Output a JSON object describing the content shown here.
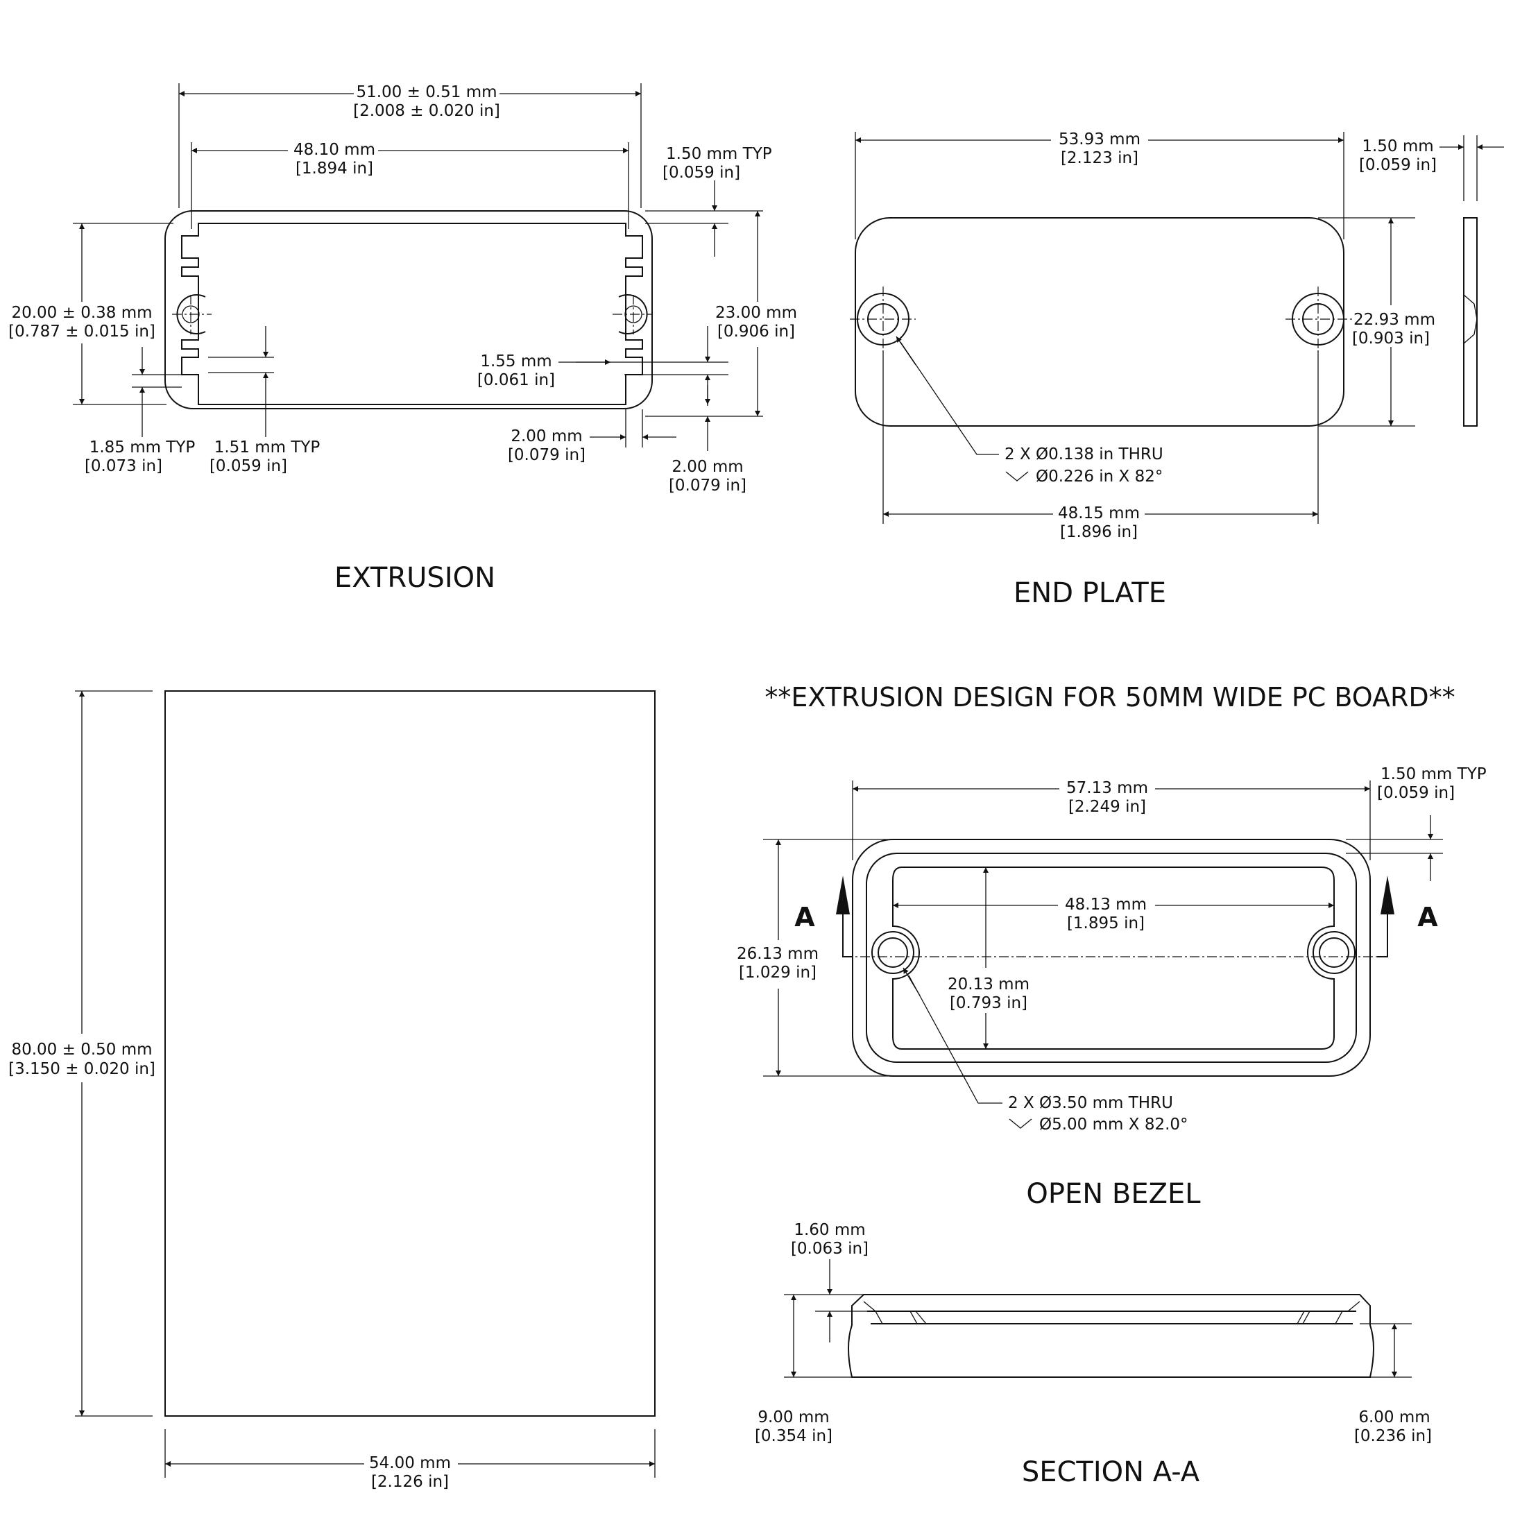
{
  "titles": {
    "extrusion": "EXTRUSION",
    "end_plate": "END PLATE",
    "note": "**EXTRUSION DESIGN FOR 50MM WIDE PC BOARD**",
    "open_bezel": "OPEN BEZEL",
    "section": "SECTION A-A"
  },
  "extrusion": {
    "overall_width": {
      "mm": "51.00 ± 0.51 mm",
      "in": "[2.008 ± 0.020 in]"
    },
    "inner_width": {
      "mm": "48.10 mm",
      "in": "[1.894 in]"
    },
    "wall": {
      "mm": "1.50 mm  TYP",
      "in": "[0.059 in]"
    },
    "height_tol": {
      "mm": "20.00 ± 0.38 mm",
      "in": "[0.787 ± 0.015 in]"
    },
    "overall_height": {
      "mm": "23.00 mm",
      "in": "[0.906 in]"
    },
    "slot_gap": {
      "mm": "1.55 mm",
      "in": "[0.061 in]"
    },
    "slot_a": {
      "mm": "1.85 mm  TYP",
      "in": "[0.073 in]"
    },
    "slot_b": {
      "mm": "1.51 mm  TYP",
      "in": "[0.059 in]"
    },
    "bottom_a": {
      "mm": "2.00 mm",
      "in": "[0.079 in]"
    },
    "bottom_b": {
      "mm": "2.00 mm",
      "in": "[0.079 in]"
    }
  },
  "end_plate": {
    "width": {
      "mm": "53.93 mm",
      "in": "[2.123 in]"
    },
    "thickness": {
      "mm": "1.50 mm",
      "in": "[0.059 in]"
    },
    "height": {
      "mm": "22.93 mm",
      "in": "[0.903 in]"
    },
    "hole_spacing": {
      "mm": "48.15 mm",
      "in": "[1.896 in]"
    },
    "hole_callout_1": "2 X Ø0.138 in THRU",
    "hole_callout_2": "Ø0.226 in X 82°"
  },
  "length_view": {
    "length": {
      "mm": "80.00 ± 0.50 mm",
      "in": "[3.150 ± 0.020 in]"
    },
    "width": {
      "mm": "54.00 mm",
      "in": "[2.126 in]"
    }
  },
  "bezel": {
    "width": {
      "mm": "57.13 mm",
      "in": "[2.249 in]"
    },
    "wall": {
      "mm": "1.50 mm  TYP",
      "in": "[0.059 in]"
    },
    "opening_width": {
      "mm": "48.13 mm",
      "in": "[1.895 in]"
    },
    "height": {
      "mm": "26.13 mm",
      "in": "[1.029 in]"
    },
    "opening_height": {
      "mm": "20.13 mm",
      "in": "[0.793 in]"
    },
    "hole_callout_1": "2 X Ø3.50 mm THRU",
    "hole_callout_2": "Ø5.00 mm X 82.0°",
    "section_mark": "A"
  },
  "section": {
    "lip": {
      "mm": "1.60 mm",
      "in": "[0.063 in]"
    },
    "depth": {
      "mm": "9.00 mm",
      "in": "[0.354 in]"
    },
    "inner_depth": {
      "mm": "6.00 mm",
      "in": "[0.236 in]"
    }
  }
}
